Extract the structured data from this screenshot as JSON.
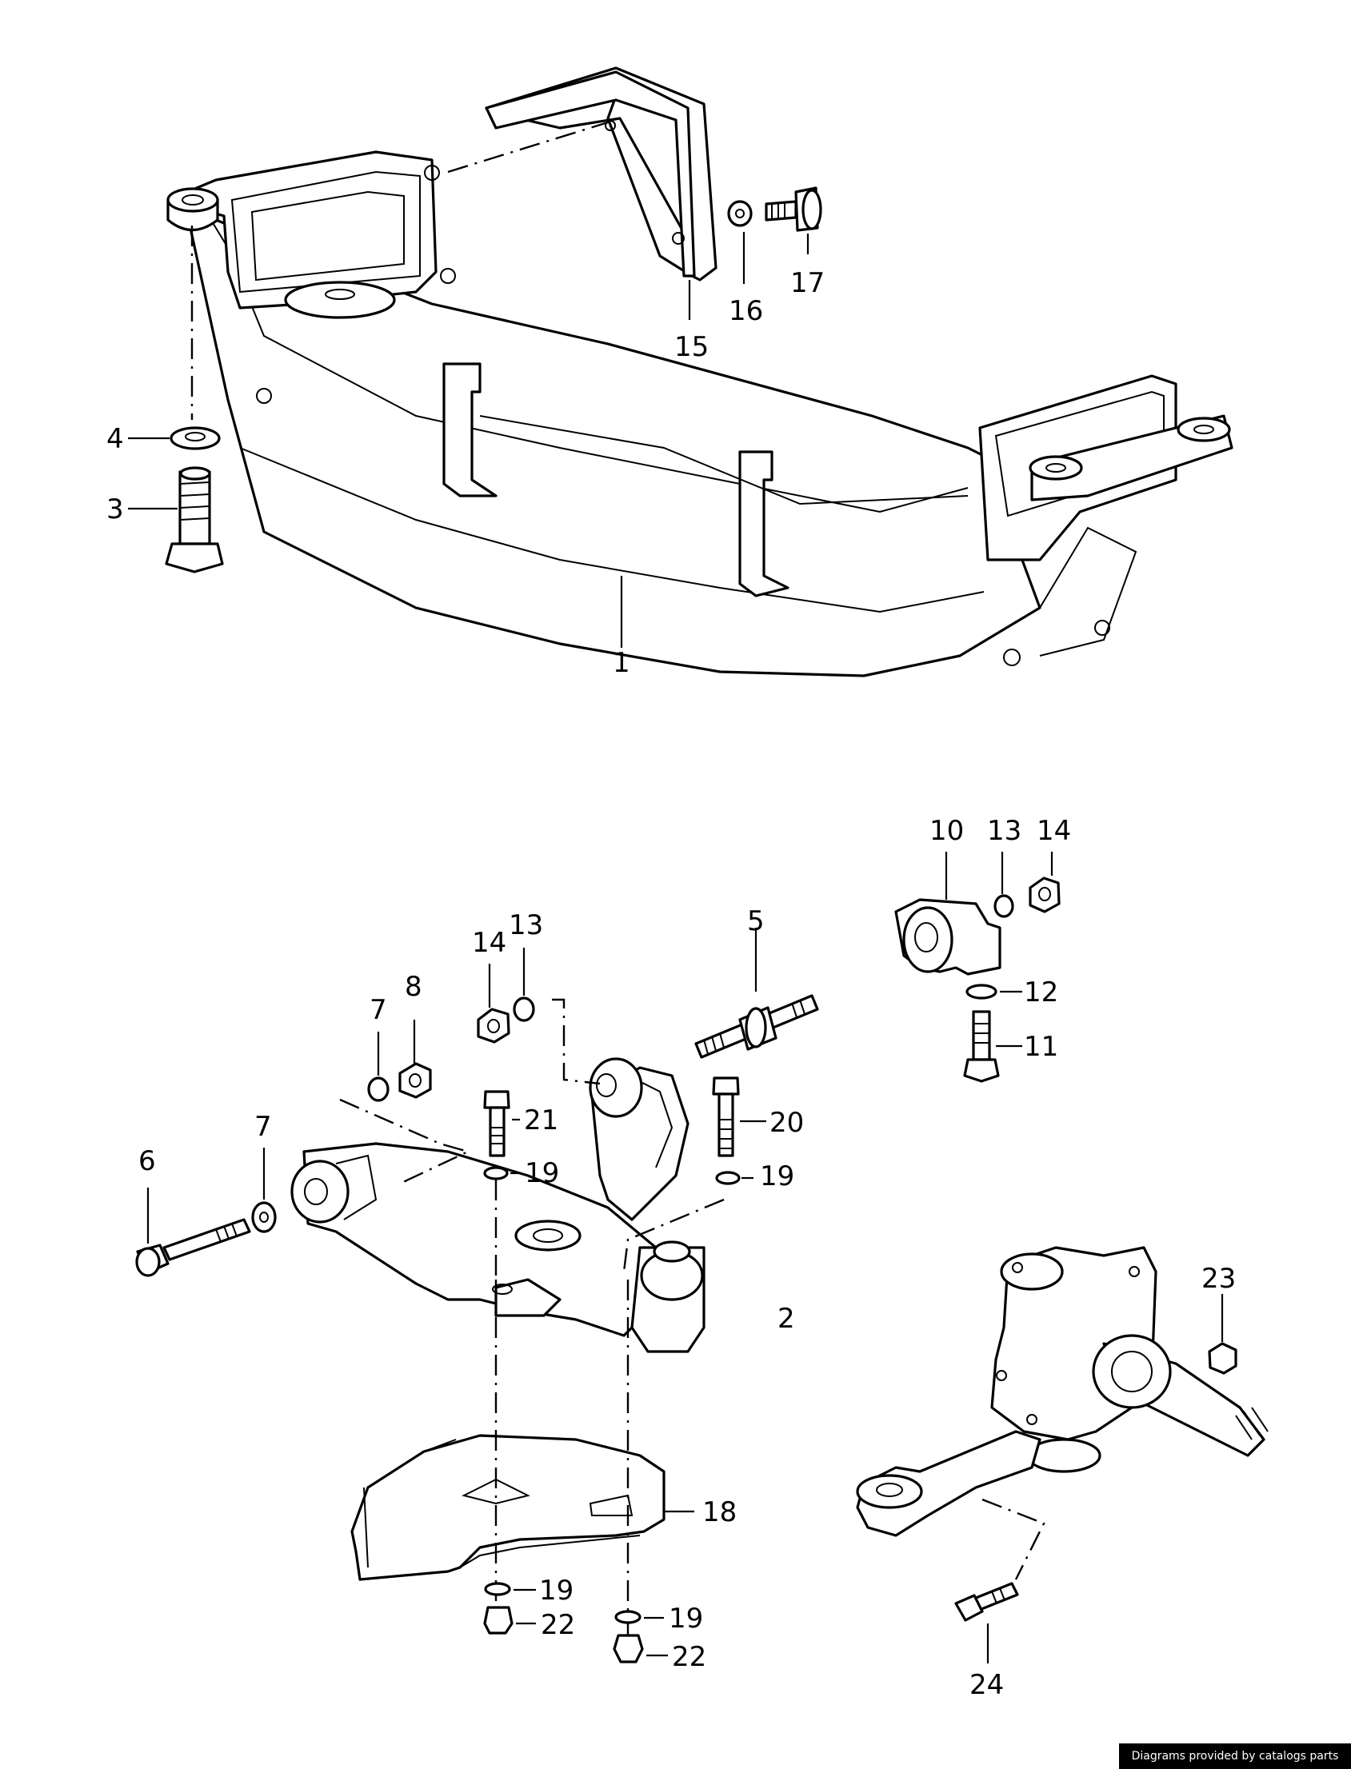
{
  "labels": {
    "l1": "1",
    "l2": "2",
    "l3": "3",
    "l4": "4",
    "l5": "5",
    "l6": "6",
    "l7a": "7",
    "l7b": "7",
    "l8": "8",
    "l10": "10",
    "l11": "11",
    "l12": "12",
    "l13a": "13",
    "l13b": "13",
    "l14a": "14",
    "l14b": "14",
    "l15": "15",
    "l16": "16",
    "l17": "17",
    "l18": "18",
    "l19a": "19",
    "l19b": "19",
    "l19c": "19",
    "l19d": "19",
    "l20": "20",
    "l21": "21",
    "l22a": "22",
    "l22b": "22",
    "l23": "23",
    "l24": "24"
  },
  "credit": "Diagrams provided by catalogs parts"
}
